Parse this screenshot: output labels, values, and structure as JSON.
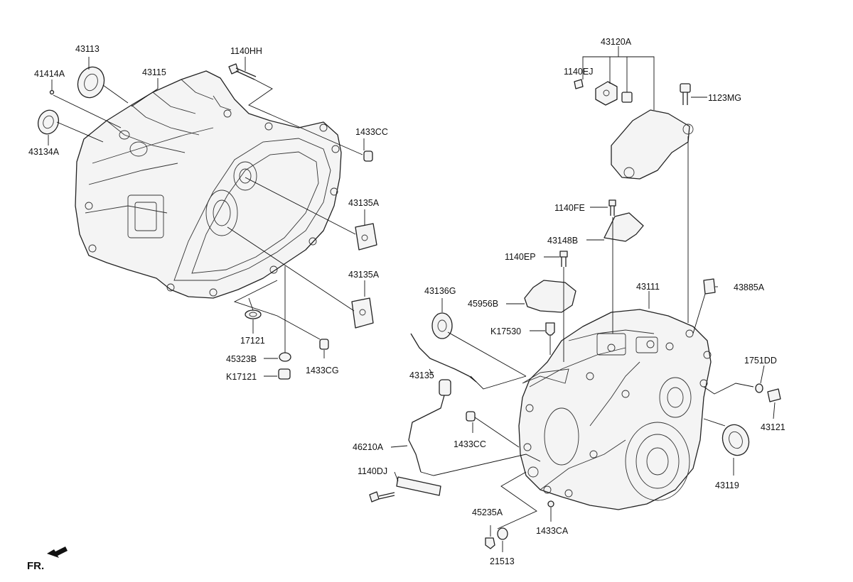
{
  "labels": {
    "p43113": "43113",
    "p41414A": "41414A",
    "p43115": "43115",
    "p1140HH": "1140HH",
    "p43134A": "43134A",
    "p1433CC_top": "1433CC",
    "p43135A_1": "43135A",
    "p43135A_2": "43135A",
    "p17121": "17121",
    "p45323B": "45323B",
    "pK17121": "K17121",
    "p1433CG": "1433CG",
    "p43120A": "43120A",
    "p1140EJ": "1140EJ",
    "p1123MG": "1123MG",
    "p1140FE": "1140FE",
    "p43148B": "43148B",
    "p1140EP": "1140EP",
    "p43111": "43111",
    "p43885A": "43885A",
    "p43136G": "43136G",
    "p45956B": "45956B",
    "pK17530": "K17530",
    "p1751DD": "1751DD",
    "p43135": "43135",
    "p43121": "43121",
    "p1433CC_bottom": "1433CC",
    "p46210A": "46210A",
    "p43119": "43119",
    "p1140DJ": "1140DJ",
    "p45235A": "45235A",
    "p1433CA": "1433CA",
    "p21513": "21513"
  },
  "direction_marker": "FR."
}
